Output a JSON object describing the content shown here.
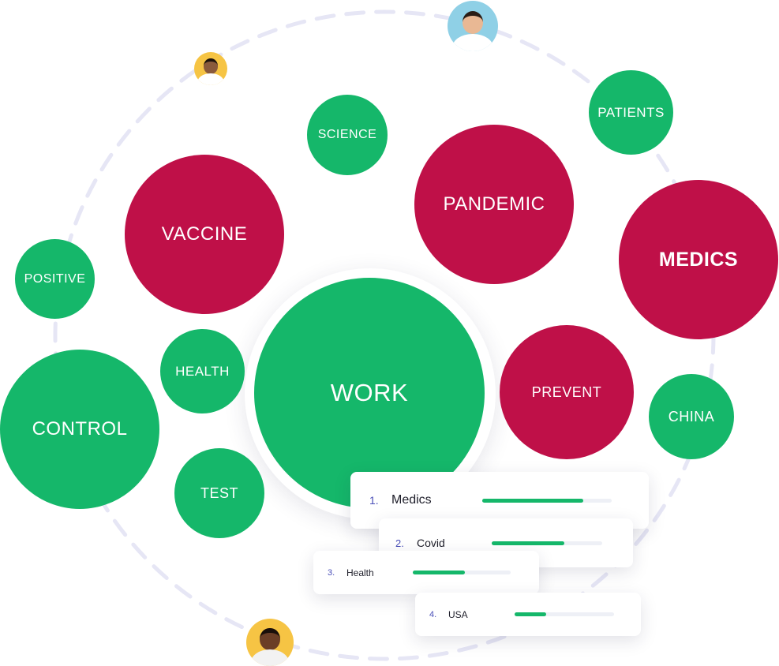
{
  "colors": {
    "green": "#15b76a",
    "red": "#bf1048",
    "ring": "#e6e6f5"
  },
  "bubbles": [
    {
      "label": "WORK",
      "color": "green"
    },
    {
      "label": "PANDEMIC",
      "color": "red"
    },
    {
      "label": "VACCINE",
      "color": "red"
    },
    {
      "label": "MEDICS",
      "color": "red"
    },
    {
      "label": "PREVENT",
      "color": "red"
    },
    {
      "label": "CONTROL",
      "color": "green"
    },
    {
      "label": "POSITIVE",
      "color": "green"
    },
    {
      "label": "HEALTH",
      "color": "green"
    },
    {
      "label": "TEST",
      "color": "green"
    },
    {
      "label": "SCIENCE",
      "color": "green"
    },
    {
      "label": "PATIENTS",
      "color": "green"
    },
    {
      "label": "CHINA",
      "color": "green"
    }
  ],
  "avatars": [
    {
      "name": "avatar-man-top",
      "skin": "#e9b894",
      "bg": "#8fd0e6",
      "hair": "#2a1d16"
    },
    {
      "name": "avatar-man-small",
      "skin": "#8a5a3c",
      "bg": "#f6c444",
      "hair": "#1d120c"
    },
    {
      "name": "avatar-woman-bottom",
      "skin": "#6b3e26",
      "bg": "#f6c444",
      "hair": "#1a0f0a"
    }
  ],
  "ranking": [
    {
      "rank": "1.",
      "label": "Medics",
      "level": 0.78
    },
    {
      "rank": "2.",
      "label": "Covid",
      "level": 0.66
    },
    {
      "rank": "3.",
      "label": "Health",
      "level": 0.53
    },
    {
      "rank": "4.",
      "label": "USA",
      "level": 0.32
    }
  ]
}
